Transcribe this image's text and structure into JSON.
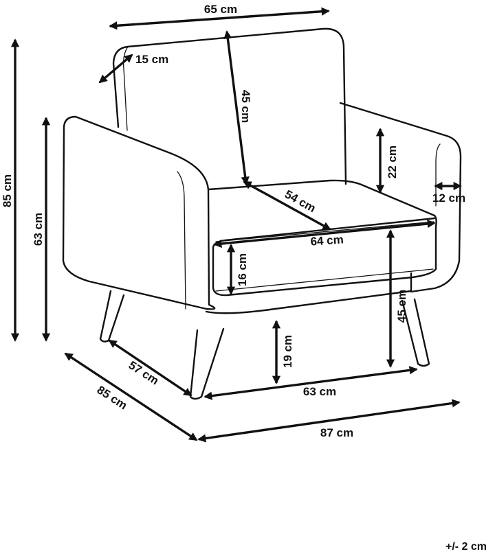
{
  "dimensions": {
    "back_width": "65 cm",
    "back_thickness": "15 cm",
    "back_height": "45 cm",
    "total_height": "85 cm",
    "arm_height": "63 cm",
    "arm_above_seat": "22 cm",
    "arm_width": "12 cm",
    "seat_depth": "54 cm",
    "seat_width": "64 cm",
    "cushion_height": "16 cm",
    "seat_height": "45 cm",
    "leg_height": "19 cm",
    "inner_depth": "57 cm",
    "total_depth": "85 cm",
    "leg_span": "63 cm",
    "total_width": "87 cm"
  },
  "tolerance": "+/- 2 cm"
}
